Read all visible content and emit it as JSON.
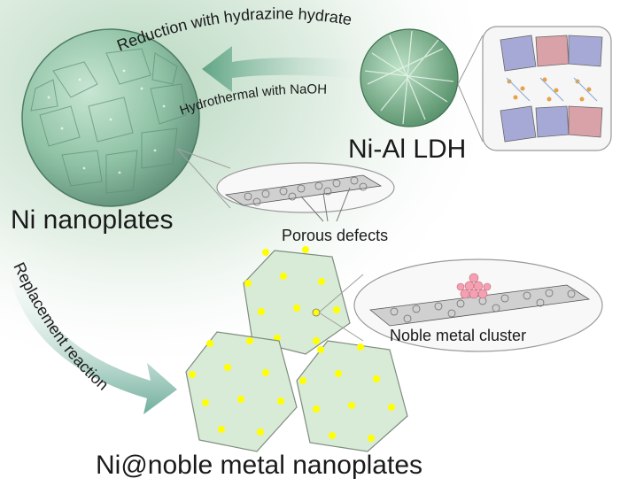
{
  "arrows": {
    "reduction_label": "Reduction with hydrazine hydrate",
    "hydrothermal_label": "Hydrothermal with NaOH",
    "replacement_label": "Replacement reaction"
  },
  "materials": {
    "ldh": "Ni-Al LDH",
    "nanoplates": "Ni nanoplates",
    "product": "Ni@noble metal nanoplates"
  },
  "callouts": {
    "porous_defects": "Porous defects",
    "noble_cluster": "Noble metal cluster"
  },
  "colors": {
    "background_green": "#cfe4d2",
    "sphere_green": "#8fc2a5",
    "arrow_green": "#6fae8e",
    "hexagon_fill": "#d8ebd6",
    "particle_yellow": "#ffff00",
    "cluster_pink": "#f4a0b0"
  }
}
